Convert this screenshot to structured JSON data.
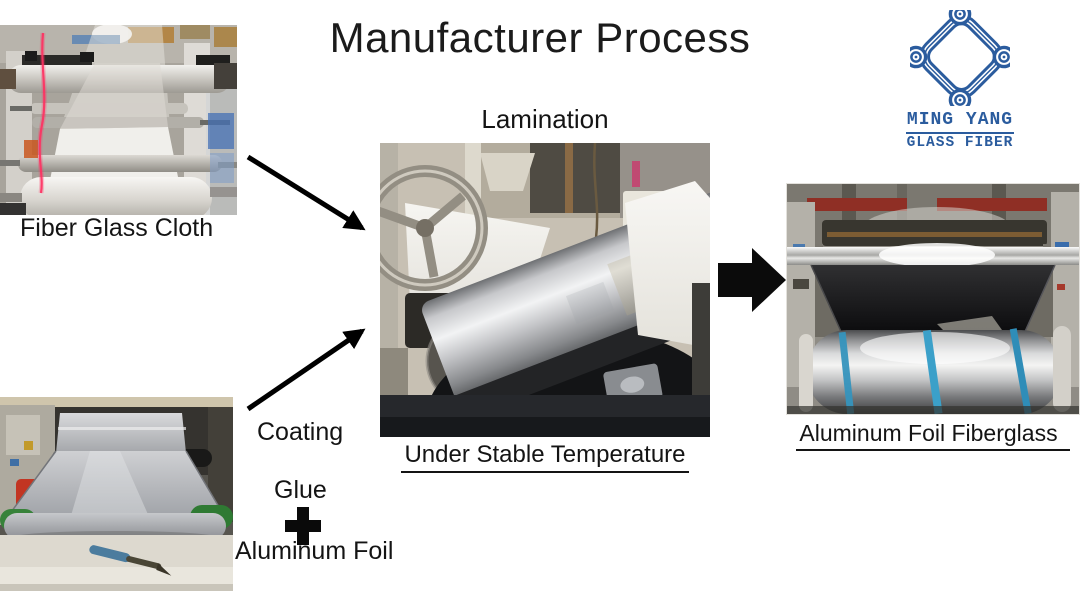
{
  "slide": {
    "title": "Manufacturer Process"
  },
  "logo": {
    "company": "MING YANG",
    "tagline": "GLASS FIBER",
    "brand_color": "#2b5c9e"
  },
  "flow": {
    "fiberglass_caption": "Fiber Glass Cloth",
    "coating_label": "Coating",
    "glue_label": "Glue",
    "aluminum_foil_label": "Aluminum Foil",
    "lamination_title": "Lamination",
    "lamination_caption": "Under Stable Temperature",
    "output_caption": "Aluminum Foil Fiberglass"
  }
}
